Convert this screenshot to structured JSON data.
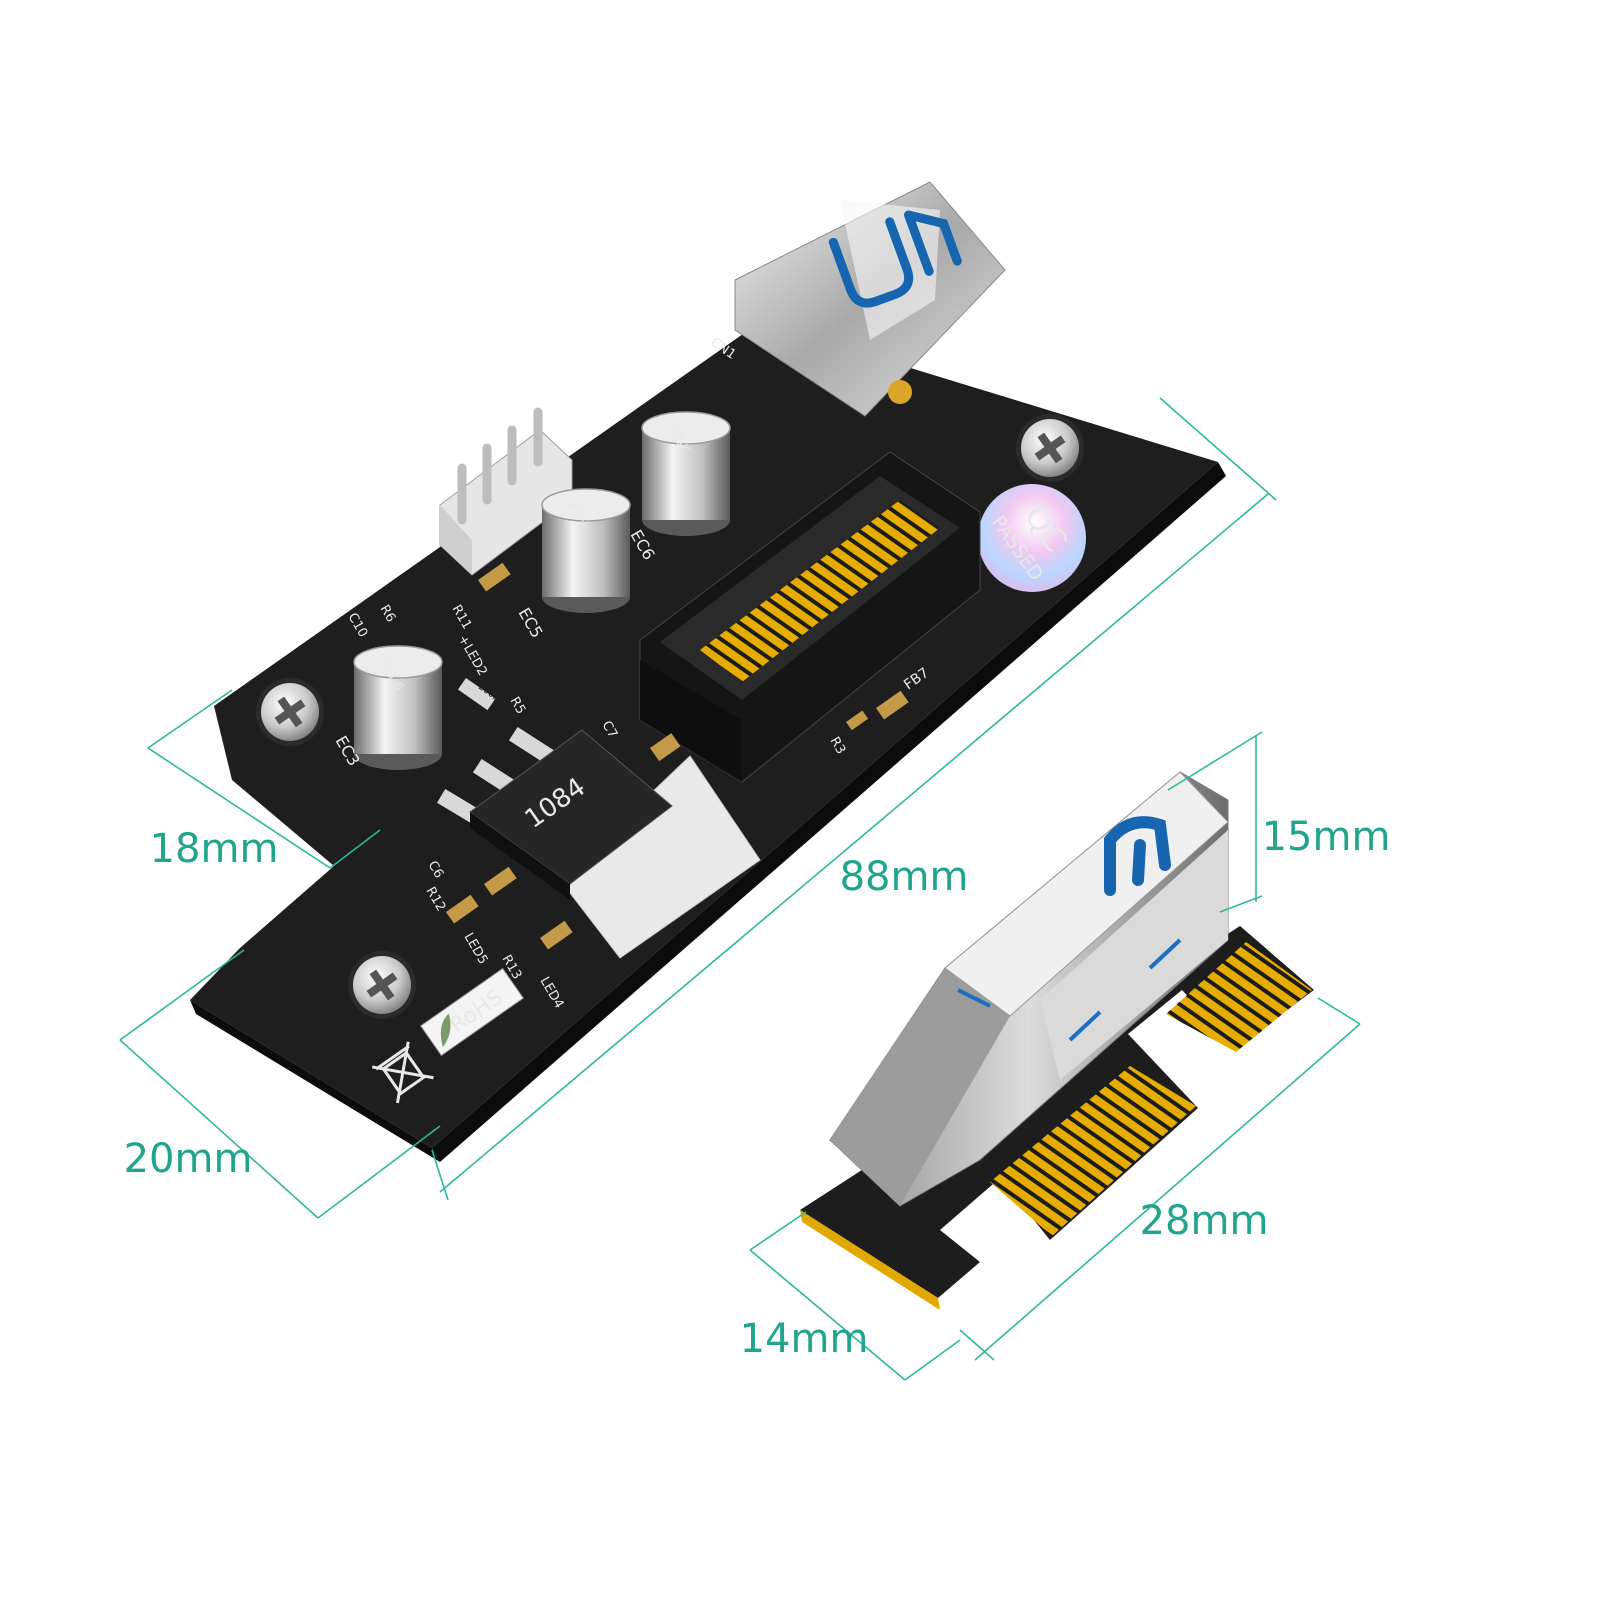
{
  "colors": {
    "dimension_text": "#1fa58c",
    "dimension_line": "#2fb89c",
    "pcb": "#1e1e1e",
    "gold_fingers": "#e1a800",
    "usb_blue": "#1565b0",
    "background": "#ffffff"
  },
  "dimensions": {
    "board_length": "88mm",
    "board_tab_width": "18mm",
    "board_width": "20mm",
    "riser_height": "15mm",
    "riser_length": "28mm",
    "riser_width": "14mm"
  },
  "silkscreen": {
    "chip": "1084",
    "qc_line1": "QC",
    "qc_line2": "PASSED",
    "rohs": "RoHS",
    "cn1": "CN1",
    "ec3": "EC3",
    "ec5": "EC5",
    "ec6": "EC6",
    "fb7": "FB7",
    "r3": "R3",
    "r5": "R5",
    "r6": "R6",
    "r11": "R11",
    "r12": "R12",
    "r13": "R13",
    "c6": "C6",
    "c7": "C7",
    "c10": "C10",
    "led2": "+LED2",
    "led4": "LED4",
    "led5": "LED5",
    "cap_line1": "FP5K",
    "cap_line2": "43nk",
    "cap_line3": "271 6",
    "res_value": "2002"
  },
  "icons": [
    "usb-icon",
    "screw-icon",
    "weee-bin-icon",
    "rohs-leaf-icon"
  ]
}
